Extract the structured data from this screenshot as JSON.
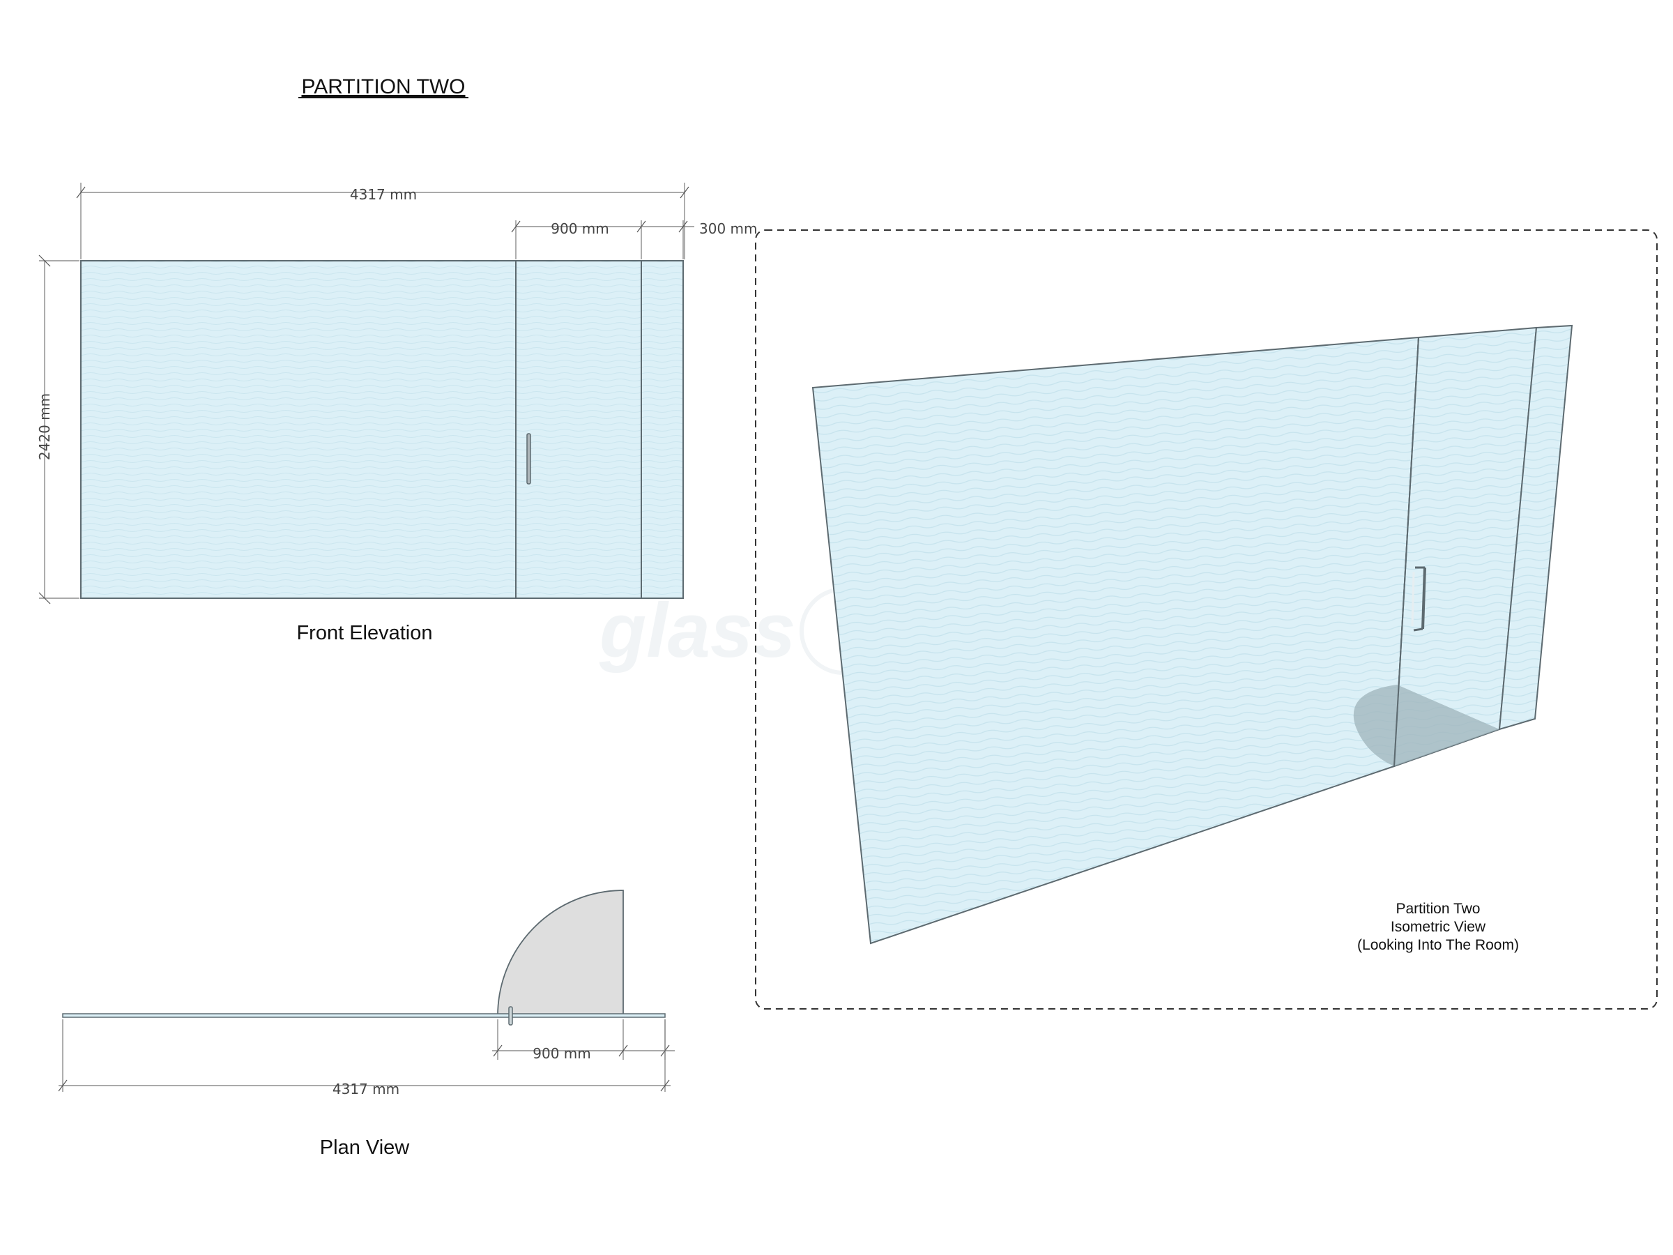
{
  "title": "PARTITION TWO",
  "front_elevation": {
    "caption": "Front Elevation",
    "dim_overall": "4317 mm",
    "dim_door": "900 mm",
    "dim_side": "300 mm",
    "dim_height": "2420 mm"
  },
  "plan_view": {
    "caption": "Plan View",
    "dim_overall": "4317 mm",
    "dim_door": "900 mm"
  },
  "isometric": {
    "caption_line1": "Partition Two",
    "caption_line2": "Isometric View",
    "caption_line3": "(Looking Into The Room)"
  },
  "watermark": "glass",
  "colors": {
    "glass": "#dcf0f7",
    "glass_line": "#cbe6ef",
    "outline": "#5d6a70",
    "door_swing": "#dedede",
    "iso_shadow": "#9fb4bb"
  }
}
